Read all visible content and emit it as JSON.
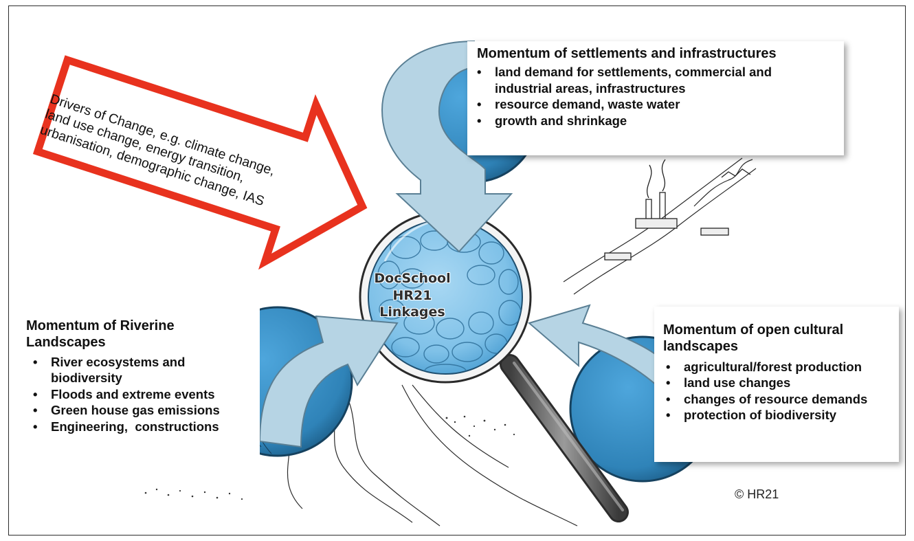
{
  "center": {
    "line1": "DocSchool HR21",
    "line2": "Linkages"
  },
  "drivers": {
    "lines": [
      "Drivers of Change, e.g. climate change,",
      "land use change, energy transition,",
      "urbanisation, demographic change, IAS"
    ]
  },
  "settlements": {
    "title": "Momentum of settlements and infrastructures",
    "items": [
      "land demand for settlements, commercial and industrial areas, infrastructures",
      "resource demand, waste water",
      "growth and shrinkage"
    ]
  },
  "riverine": {
    "title": "Momentum of Riverine Landscapes",
    "items": [
      "River ecosystems and biodiversity",
      "Floods and extreme events",
      "Green house gas emissions",
      "Engineering,  constructions"
    ]
  },
  "cultural": {
    "title": "Momentum of open cultural landscapes",
    "items": [
      "agricultural/forest production",
      "land use changes",
      "changes of resource demands",
      "protection of biodiversity"
    ]
  },
  "copyright": "© HR21",
  "colors": {
    "arrow_fill": "#b6d4e4",
    "arrow_stroke": "#5a7f94",
    "lens_fill": "#7fc1e8",
    "lens_dark": "#2f83b8",
    "drivers_border": "#e8321e",
    "handle": "#6b6b6b"
  }
}
